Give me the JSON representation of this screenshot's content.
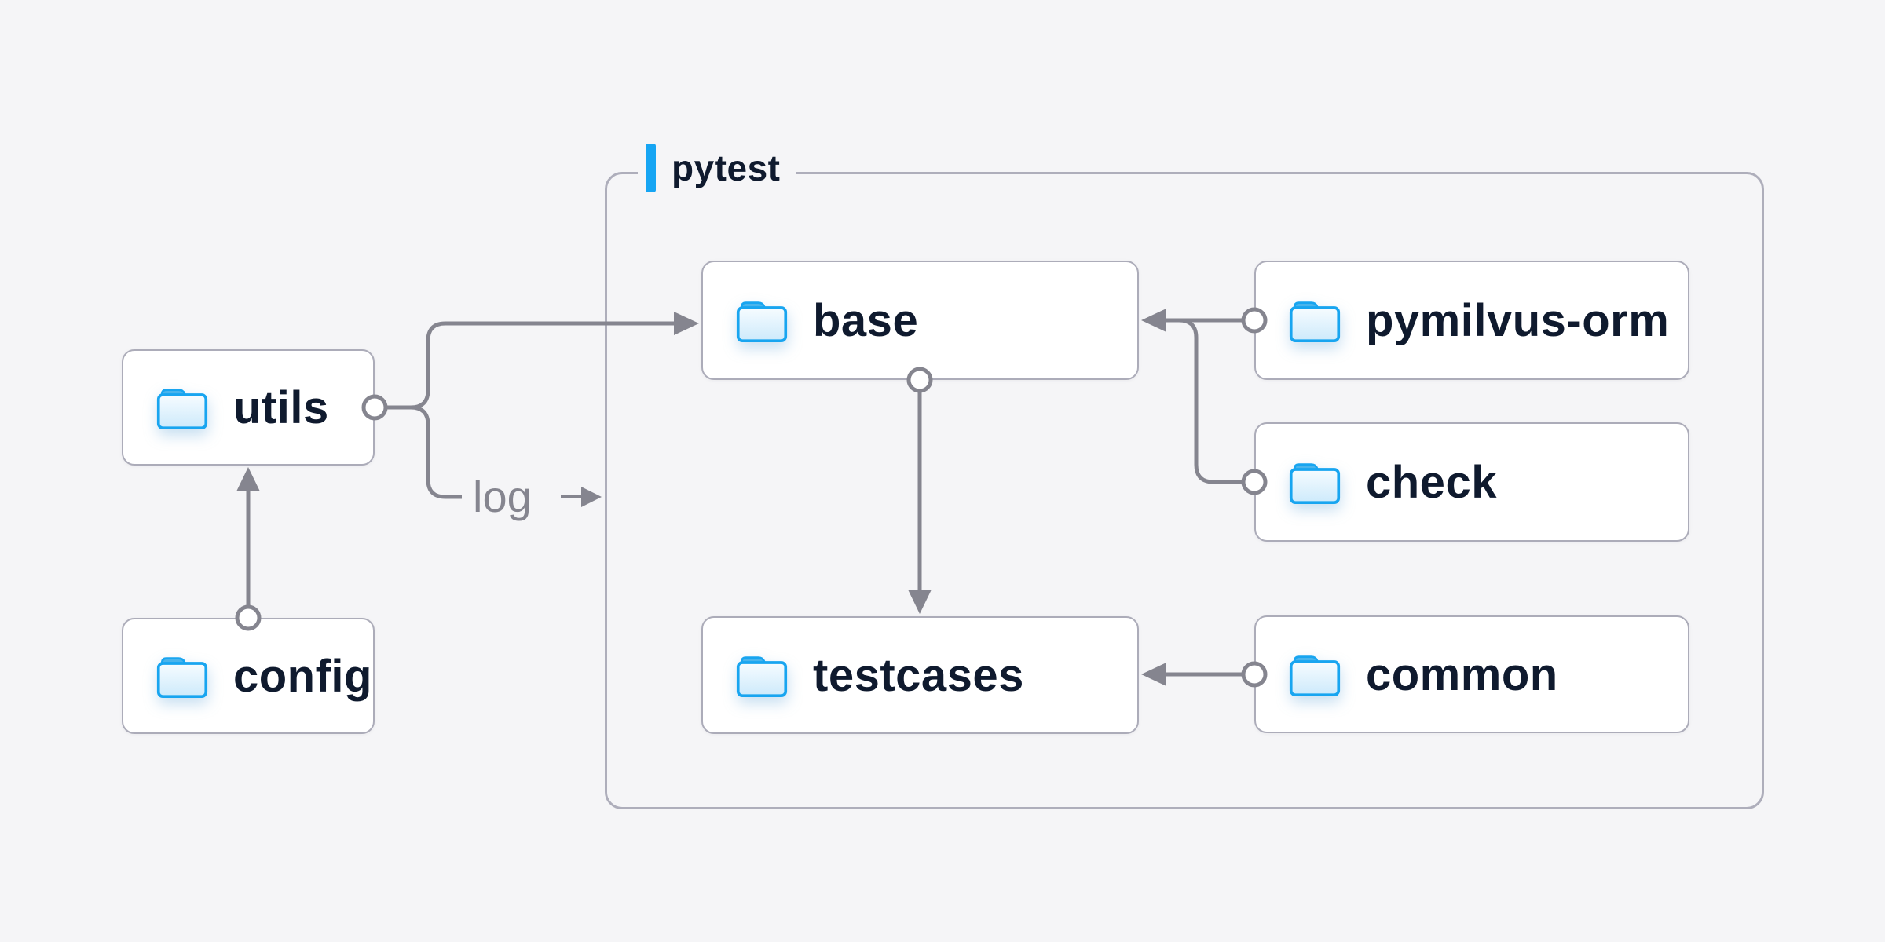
{
  "container": {
    "label": "pytest"
  },
  "nodes": {
    "utils": {
      "label": "utils",
      "icon": "folder-icon"
    },
    "config": {
      "label": "config",
      "icon": "folder-icon"
    },
    "base": {
      "label": "base",
      "icon": "folder-icon"
    },
    "testcases": {
      "label": "testcases",
      "icon": "folder-icon"
    },
    "pymilvus_orm": {
      "label": "pymilvus-orm",
      "icon": "folder-icon"
    },
    "check": {
      "label": "check",
      "icon": "folder-icon"
    },
    "common": {
      "label": "common",
      "icon": "folder-icon"
    }
  },
  "edges": [
    {
      "from": "config",
      "to": "utils",
      "type": "arrow"
    },
    {
      "from": "utils",
      "to": "base",
      "type": "arrow"
    },
    {
      "from": "utils",
      "to": "pytest",
      "type": "arrow",
      "label": "log"
    },
    {
      "from": "pymilvus_orm",
      "to": "base",
      "type": "arrow"
    },
    {
      "from": "check",
      "to": "base",
      "type": "arrow"
    },
    {
      "from": "base",
      "to": "testcases",
      "type": "arrow"
    },
    {
      "from": "common",
      "to": "testcases",
      "type": "arrow"
    }
  ],
  "edge_label": {
    "log": "log"
  },
  "colors": {
    "background": "#f5f5f7",
    "accent_blue": "#16a5f3",
    "edge_gray": "#85858f",
    "node_border": "#acacb9",
    "container_border": "#aeaebb",
    "label_navy": "#0f1a2e",
    "folder_outline_blue": "#18a5f0"
  }
}
